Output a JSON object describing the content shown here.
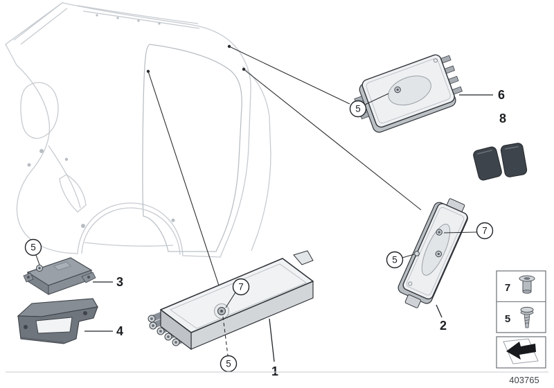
{
  "footer": {
    "part_number": "403765"
  },
  "labels": {
    "part1": "1",
    "part2": "2",
    "part3": "3",
    "part4": "4",
    "part6": "6",
    "part8": "8"
  },
  "callouts": {
    "c5": "5",
    "c7": "7"
  },
  "legend": {
    "rows": [
      {
        "ref": "7",
        "icon": "rivet-sleeve-icon"
      },
      {
        "ref": "5",
        "icon": "screw-icon"
      }
    ],
    "nav_icon": "page-turn-arrow-icon"
  },
  "colors": {
    "line": "#2a2d30",
    "car_line": "#c6cbd0",
    "car_line_inner": "#b9bfc5",
    "pad_dark": "#3e444b",
    "metal_light": "#eef0f2",
    "metal_mid": "#c9cdd1"
  }
}
